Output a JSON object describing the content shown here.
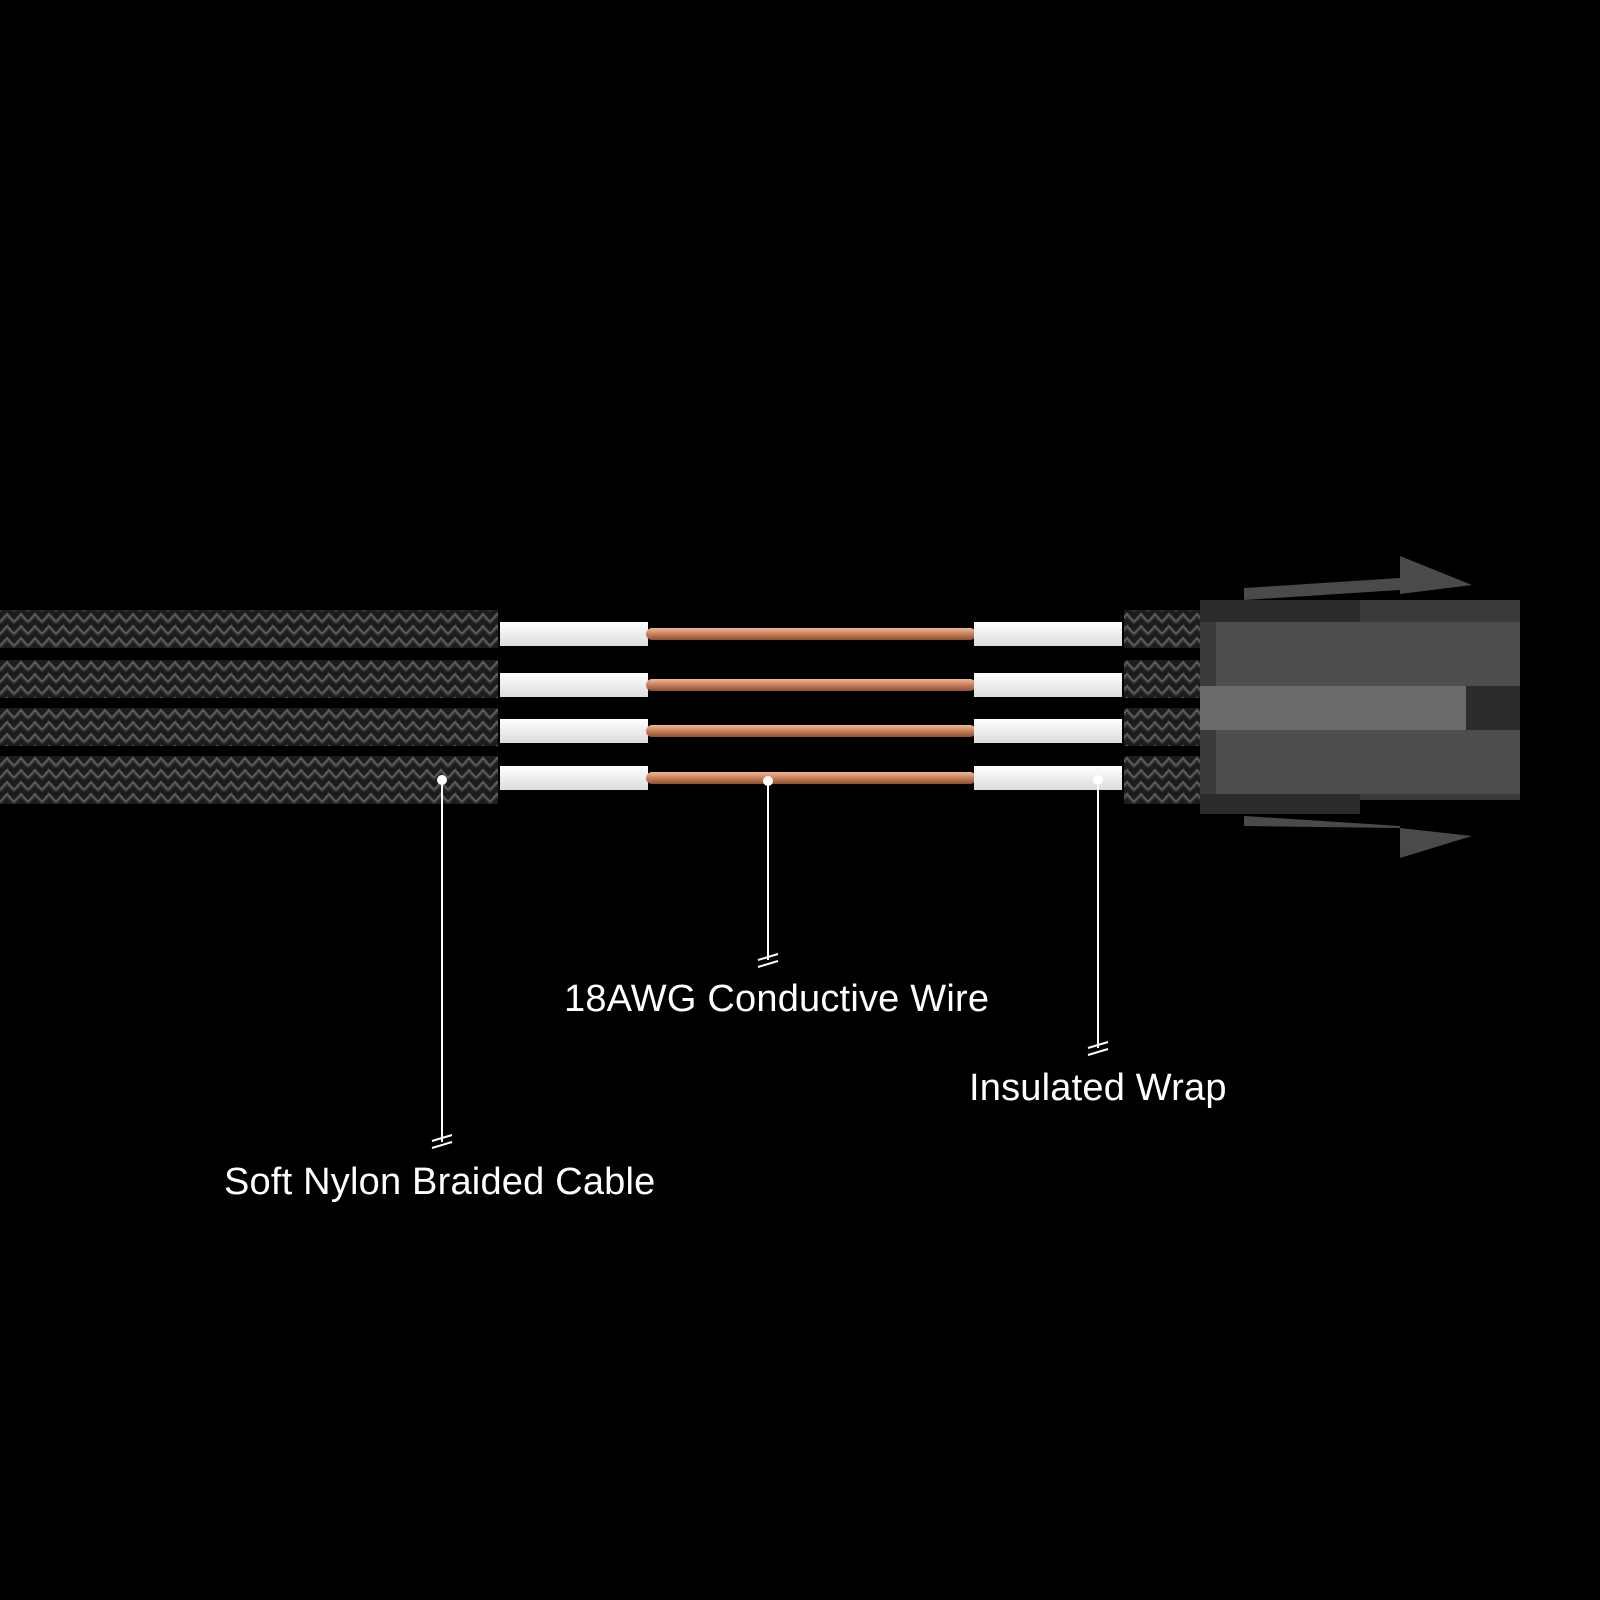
{
  "callouts": {
    "braided_cable": {
      "label": "Soft Nylon Braided Cable",
      "icon": "callout-dot-icon"
    },
    "conductive_wire": {
      "label": "18AWG Conductive Wire",
      "icon": "callout-dot-icon"
    },
    "insulated_wrap": {
      "label": "Insulated Wrap",
      "icon": "callout-dot-icon"
    }
  },
  "colors": {
    "background": "#000000",
    "braid": "#2a2a2a",
    "braid_highlight": "#5a5a5a",
    "insulation": "#f2f2f2",
    "copper": "#c8805a",
    "copper_highlight": "#f0b894",
    "connector": "#4a4a4a",
    "connector_light": "#6a6a6a",
    "connector_dark": "#2c2c2c",
    "leader_line": "#ffffff"
  },
  "cable": {
    "conductor_count": 4
  }
}
